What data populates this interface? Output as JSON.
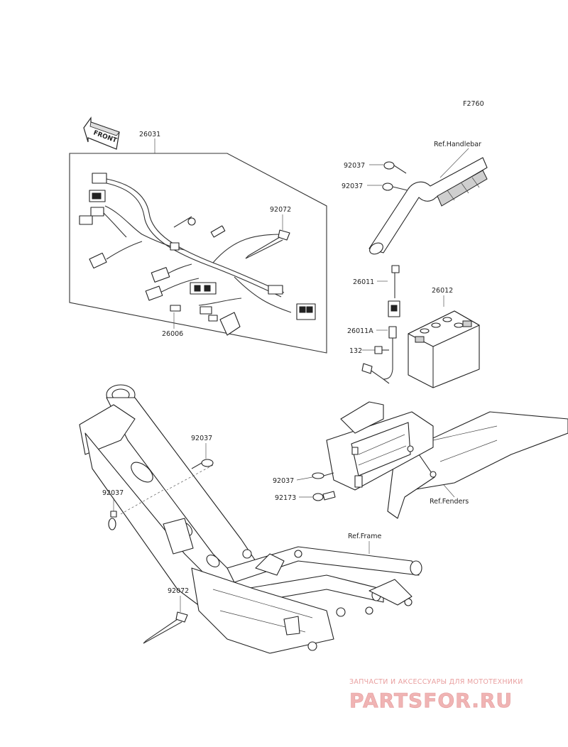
{
  "figure_id": "F2760",
  "front_label": "FRONT",
  "labels": {
    "harness": "26031",
    "tie_top": "92072",
    "fuse_holder": "26006",
    "clamp_a": "92037",
    "clamp_b": "92037",
    "ref_handlebar": "Ref.Handlebar",
    "lead_pos": "26011",
    "battery": "26012",
    "lead_neg": "26011A",
    "bolt": "132",
    "clamp_c": "92037",
    "clamp_d": "92037",
    "clamp_e": "92037",
    "clamp_f": "92173",
    "ref_fenders": "Ref.Fenders",
    "ref_frame": "Ref.Frame",
    "tie_bottom": "92072"
  },
  "watermark": {
    "line1": "ЗАПЧАСТИ И АКСЕССУАРЫ ДЛЯ МОТОТЕХНИКИ",
    "line2": "PARTSFOR.RU"
  }
}
